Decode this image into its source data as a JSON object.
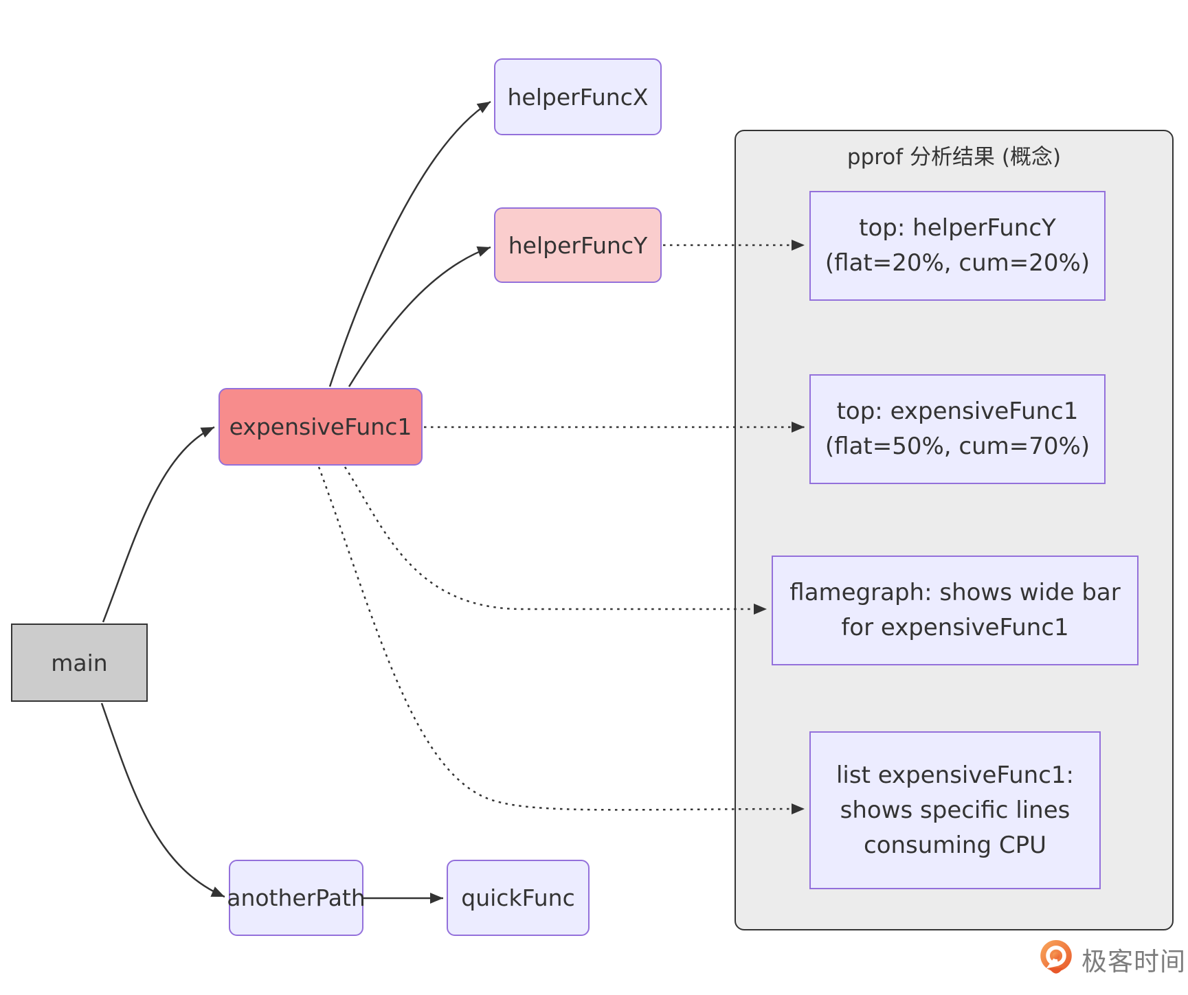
{
  "diagram": {
    "nodes": {
      "main": "main",
      "expensive_func1": "expensiveFunc1",
      "helper_func_x": "helperFuncX",
      "helper_func_y": "helperFuncY",
      "another_path": "anotherPath",
      "quick_func": "quickFunc"
    },
    "panel": {
      "title": "pprof 分析结果 (概念)",
      "results": [
        {
          "lines": [
            "top: helperFuncY",
            "(flat=20%, cum=20%)"
          ]
        },
        {
          "lines": [
            "top: expensiveFunc1",
            "(flat=50%, cum=70%)"
          ]
        },
        {
          "lines": [
            "flamegraph: shows wide bar",
            "for expensiveFunc1"
          ]
        },
        {
          "lines": [
            "list expensiveFunc1:",
            "shows specific lines",
            "consuming CPU"
          ]
        }
      ]
    },
    "colors": {
      "hot_node_fill": "#F78C8C",
      "warm_node_fill": "#FACDCD",
      "default_node_fill": "#ECECFF",
      "node_border": "#9370DB",
      "main_node_fill": "#CCCCCC",
      "panel_fill": "#ECECEC",
      "edge": "#333333"
    }
  },
  "branding": {
    "logo_text": "极客时间",
    "logo_color": "#ED6C1E"
  }
}
